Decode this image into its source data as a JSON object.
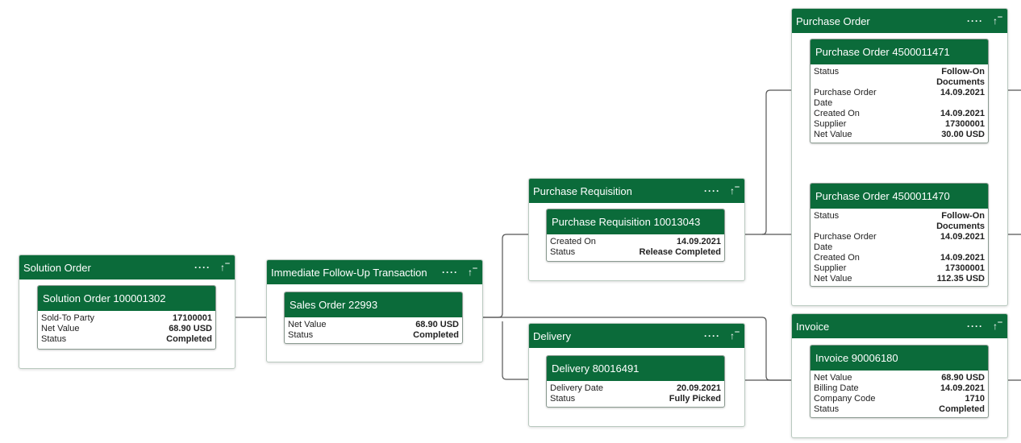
{
  "colors": {
    "header": "#0b6b3a",
    "connector": "#555555"
  },
  "lanes": {
    "solution": {
      "title": "Solution Order",
      "more": "····",
      "collapse": "↑‾",
      "card": {
        "title": "Solution Order 100001302",
        "rows": [
          [
            "Sold-To Party",
            "17100001"
          ],
          [
            "Net Value",
            "68.90 USD"
          ],
          [
            "Status",
            "Completed"
          ]
        ]
      }
    },
    "followup": {
      "title": "Immediate Follow-Up Transaction",
      "more": "····",
      "collapse": "↑‾",
      "card": {
        "title": "Sales Order 22993",
        "rows": [
          [
            "Net Value",
            "68.90 USD"
          ],
          [
            "Status",
            "Completed"
          ]
        ]
      }
    },
    "requisition": {
      "title": "Purchase Requisition",
      "more": "····",
      "collapse": "↑‾",
      "card": {
        "title": "Purchase Requisition 10013043",
        "rows": [
          [
            "Created On",
            "14.09.2021"
          ],
          [
            "Status",
            "Release Completed"
          ]
        ]
      }
    },
    "delivery": {
      "title": "Delivery",
      "more": "····",
      "collapse": "↑‾",
      "card": {
        "title": "Delivery 80016491",
        "rows": [
          [
            "Delivery Date",
            "20.09.2021"
          ],
          [
            "Status",
            "Fully Picked"
          ]
        ]
      }
    },
    "po": {
      "title": "Purchase Order",
      "more": "····",
      "collapse": "↑‾",
      "cards": [
        {
          "title": "Purchase Order 4500011471",
          "rows": [
            [
              "Status",
              "Follow-On Documents"
            ],
            [
              "Purchase Order Date",
              "14.09.2021"
            ],
            [
              "Created On",
              "14.09.2021"
            ],
            [
              "Supplier",
              "17300001"
            ],
            [
              "Net Value",
              "30.00 USD"
            ]
          ]
        },
        {
          "title": "Purchase Order 4500011470",
          "rows": [
            [
              "Status",
              "Follow-On Documents"
            ],
            [
              "Purchase Order Date",
              "14.09.2021"
            ],
            [
              "Created On",
              "14.09.2021"
            ],
            [
              "Supplier",
              "17300001"
            ],
            [
              "Net Value",
              "112.35 USD"
            ]
          ]
        }
      ]
    },
    "invoice": {
      "title": "Invoice",
      "more": "····",
      "collapse": "↑‾",
      "card": {
        "title": "Invoice 90006180",
        "rows": [
          [
            "Net Value",
            "68.90 USD"
          ],
          [
            "Billing Date",
            "14.09.2021"
          ],
          [
            "Company Code",
            "1710"
          ],
          [
            "Status",
            "Completed"
          ]
        ]
      }
    }
  }
}
